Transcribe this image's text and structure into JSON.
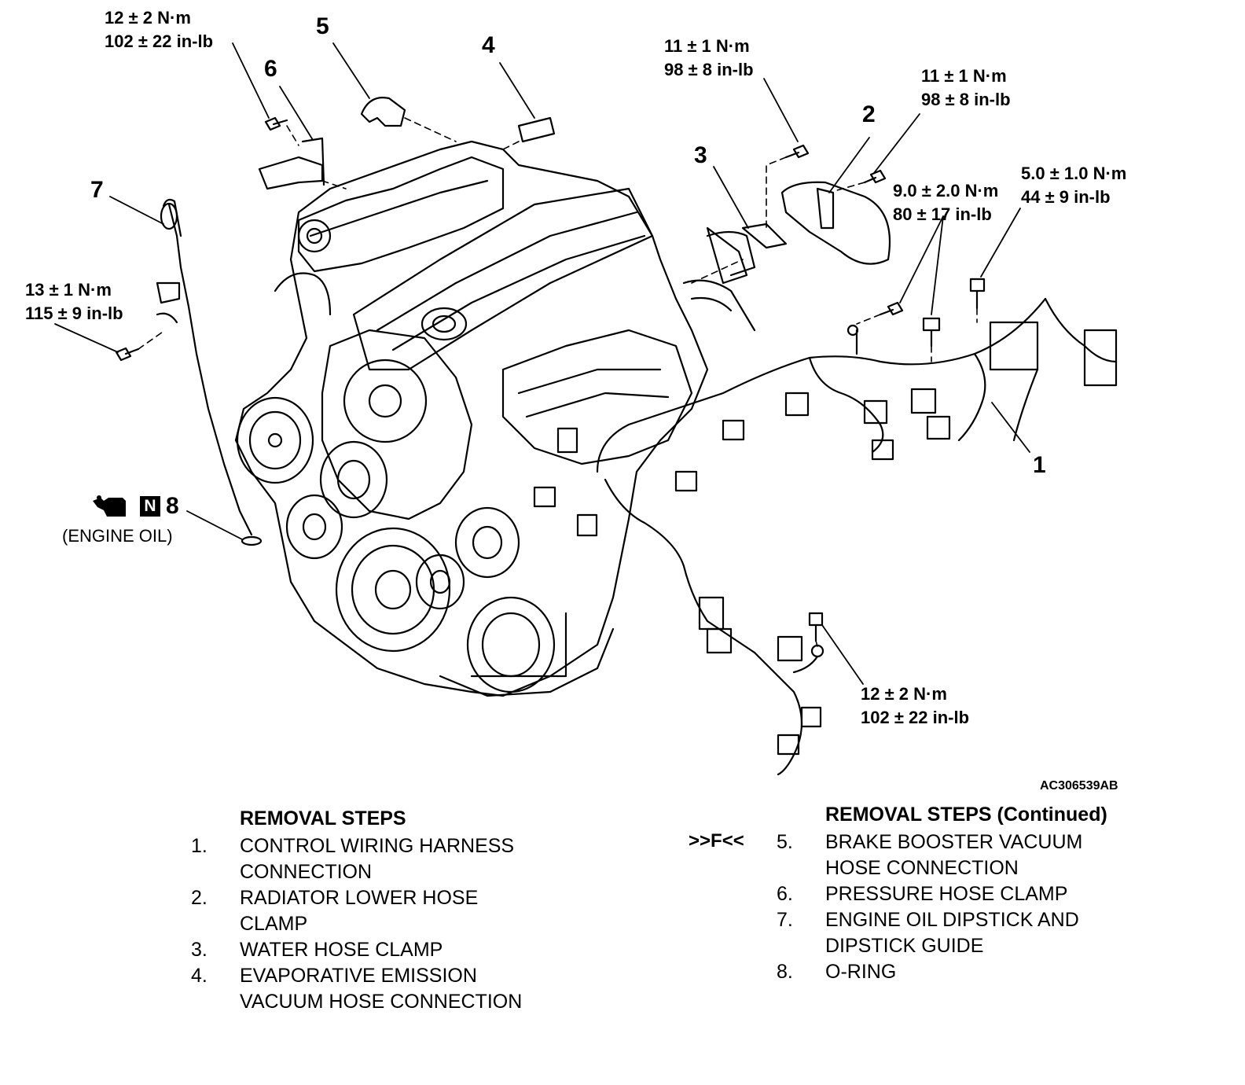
{
  "torque": {
    "t6": {
      "nm": "12 ± 2 N·m",
      "inlb": "102 ± 22 in-lb"
    },
    "t3": {
      "nm": "11 ± 1 N·m",
      "inlb": "98 ± 8 in-lb"
    },
    "t2": {
      "nm": "11 ± 1 N·m",
      "inlb": "98 ± 8 in-lb"
    },
    "t1a": {
      "nm": "9.0 ± 2.0 N·m",
      "inlb": "80 ± 17 in-lb"
    },
    "t1b": {
      "nm": "5.0 ± 1.0 N·m",
      "inlb": "44 ± 9 in-lb"
    },
    "t7": {
      "nm": "13 ± 1 N·m",
      "inlb": "115 ± 9 in-lb"
    },
    "t1c": {
      "nm": "12 ± 2 N·m",
      "inlb": "102 ± 22 in-lb"
    }
  },
  "callouts": {
    "c1": "1",
    "c2": "2",
    "c3": "3",
    "c4": "4",
    "c5": "5",
    "c6": "6",
    "c7": "7",
    "c8": "8"
  },
  "oil_note": {
    "badge": "N",
    "label": "(ENGINE OIL)"
  },
  "figure_id": "AC306539AB",
  "removal_steps": {
    "title": "REMOVAL STEPS",
    "title_continued": "REMOVAL STEPS (Continued)",
    "items": [
      {
        "num": "1.",
        "text": "CONTROL WIRING HARNESS\nCONNECTION",
        "mark": ""
      },
      {
        "num": "2.",
        "text": "RADIATOR LOWER HOSE\nCLAMP",
        "mark": ""
      },
      {
        "num": "3.",
        "text": "WATER HOSE CLAMP",
        "mark": ""
      },
      {
        "num": "4.",
        "text": "EVAPORATIVE EMISSION\nVACUUM HOSE CONNECTION",
        "mark": ""
      },
      {
        "num": "5.",
        "text": "BRAKE BOOSTER VACUUM\nHOSE CONNECTION",
        "mark": ">>F<<"
      },
      {
        "num": "6.",
        "text": "PRESSURE HOSE CLAMP",
        "mark": ""
      },
      {
        "num": "7.",
        "text": "ENGINE OIL DIPSTICK AND\nDIPSTICK GUIDE",
        "mark": ""
      },
      {
        "num": "8.",
        "text": "O-RING",
        "mark": ""
      }
    ]
  }
}
